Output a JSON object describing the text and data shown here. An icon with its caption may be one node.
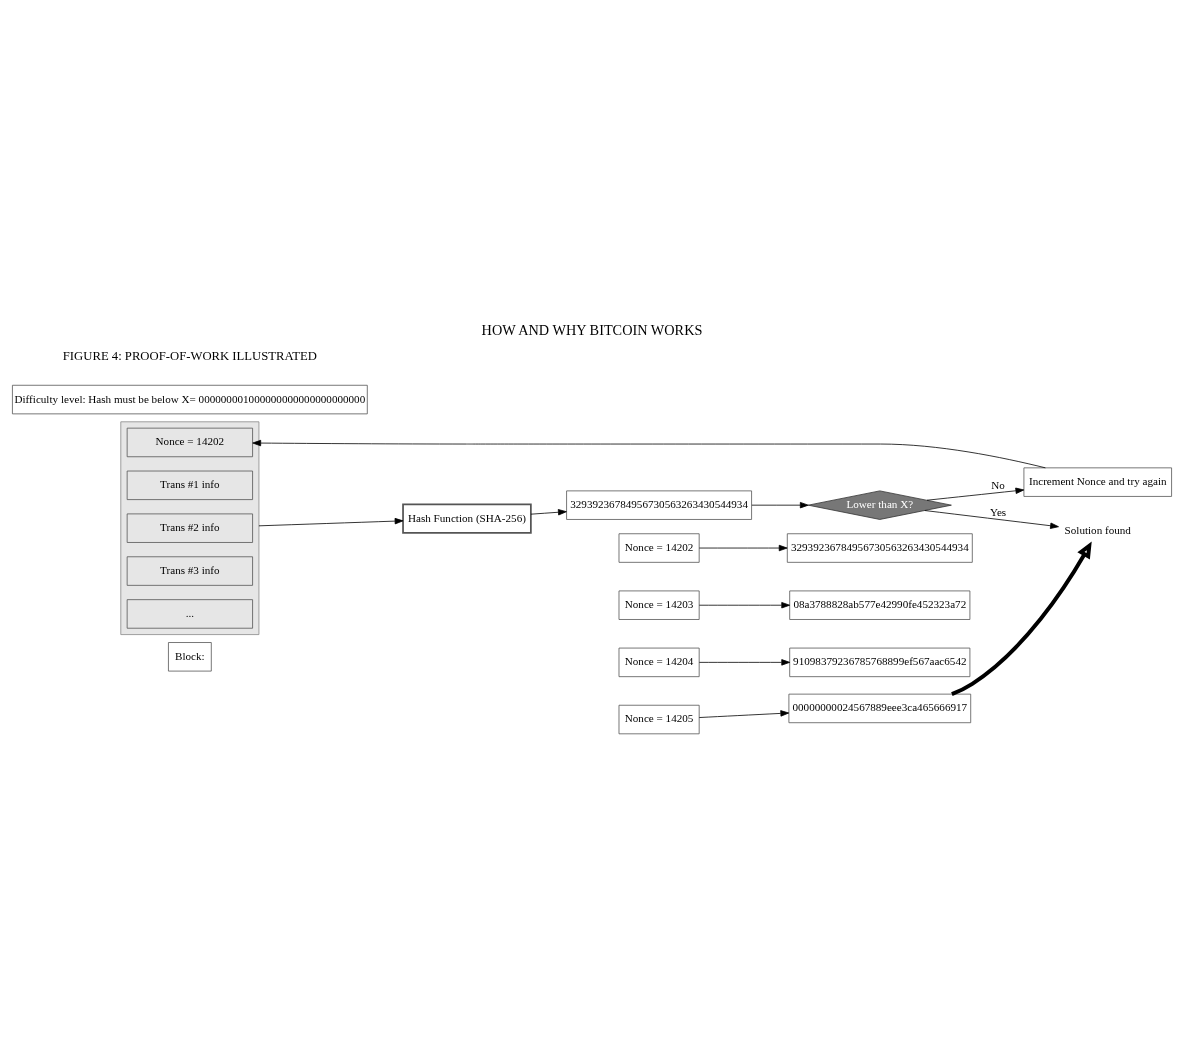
{
  "diagram": {
    "title": "HOW AND WHY BITCOIN WORKS",
    "caption": "FIGURE 4: PROOF-OF-WORK ILLUSTRATED",
    "nodes": [
      {
        "text": [
          "Block:"
        ]
      },
      {
        "text": [],
        "shape": "box"
      },
      {
        "text": [
          "Nonce = 14202"
        ],
        "in": 1
      },
      {
        "text": [
          "Trans #1 info"
        ],
        "in": 1
      },
      {
        "text": [
          "Trans #2 info"
        ],
        "in": 1
      },
      {
        "text": [
          "Trans #3 info"
        ],
        "in": 1
      },
      {
        "text": [
          "..."
        ],
        "in": 1
      },
      {
        "text": [
          "Hash Function (SHA-256)"
        ]
      },
      {
        "text": [
          "Difficulty level: Hash must be below X= 000000001000000000000000000000"
        ]
      },
      {
        "text": [
          "32939236784956730563263430544934"
        ]
      },
      {
        "text": [
          "Lower than X?"
        ]
      },
      {
        "text": [
          "Increment Nonce and try again"
        ]
      },
      {
        "text": [
          "Nonce = 14202"
        ]
      },
      {
        "text": [
          "Nonce = 14203"
        ]
      },
      {
        "text": [
          "Nonce = 14204"
        ]
      },
      {
        "text": [
          "Nonce = 14205"
        ]
      },
      {
        "text": [
          "32939236784956730563263430544934"
        ]
      },
      {
        "text": [
          "08a3788828ab577e42990fe452323a72"
        ]
      },
      {
        "text": [
          "91098379236785768899ef567aac6542"
        ]
      },
      {
        "text": [
          "00000000024567889eee3ca465666917"
        ]
      },
      {
        "text": [
          "Solution found"
        ]
      }
    ],
    "edges": [
      {
        "from": 1,
        "to": 7,
        "arrow": "to"
      },
      {
        "from": 7,
        "to": 9,
        "arrow": "to"
      },
      {
        "from": 9,
        "to": 10,
        "arrow": "to"
      },
      {
        "from": 10,
        "to": 11,
        "arrow": "to",
        "label": "No"
      },
      {
        "from": 11,
        "to": 2,
        "arrow": "to"
      },
      {
        "from": 10,
        "to": 20,
        "arrow": "to",
        "label": "Yes"
      },
      {
        "from": 12,
        "to": 16,
        "arrow": "to"
      },
      {
        "from": 13,
        "to": 17,
        "arrow": "to"
      },
      {
        "from": 14,
        "to": 18,
        "arrow": "to"
      },
      {
        "from": 15,
        "to": 19,
        "arrow": "to"
      },
      {
        "from": 19,
        "to": 20,
        "arrow": "to",
        "style": "thick"
      }
    ]
  }
}
